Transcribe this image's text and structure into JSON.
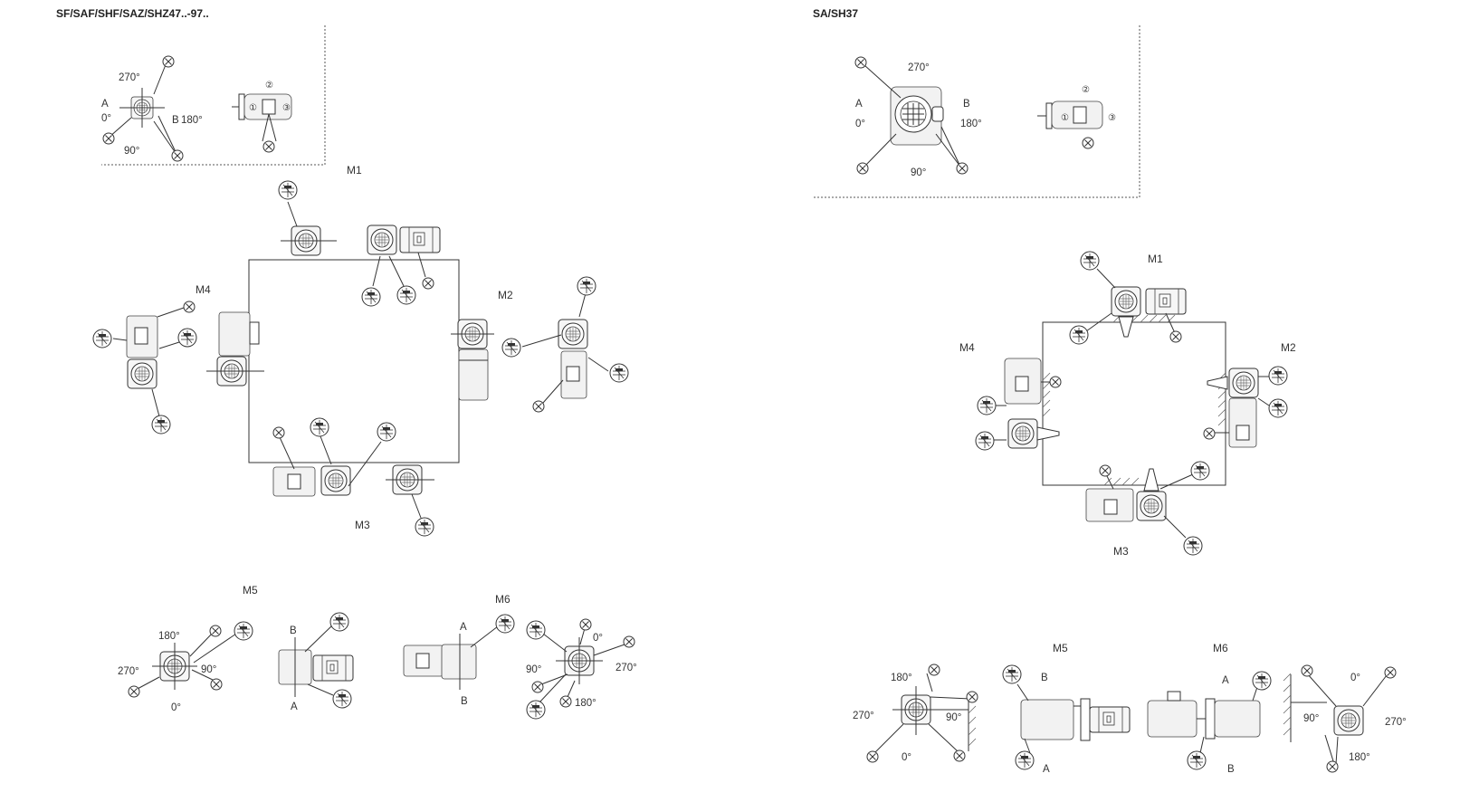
{
  "panels": {
    "left": {
      "title": "SF/SAF/SHF/SAZ/SHZ47..-97..",
      "inset": {
        "a": "A",
        "b": "B",
        "deg_270": "270°",
        "deg_0": "0°",
        "deg_180": "180°",
        "deg_90": "90°",
        "n1": "①",
        "n2": "②",
        "n3": "③"
      },
      "positions": {
        "m1": "M1",
        "m2": "M2",
        "m3": "M3",
        "m4": "M4",
        "m5": "M5",
        "m6": "M6"
      },
      "m5": {
        "a": "A",
        "b": "B",
        "deg_180": "180°",
        "deg_270": "270°",
        "deg_90": "90°",
        "deg_0": "0°"
      },
      "m6": {
        "a": "A",
        "b": "B",
        "deg_0": "0°",
        "deg_90": "90°",
        "deg_270": "270°",
        "deg_180": "180°"
      }
    },
    "right": {
      "title": "SA/SH37",
      "inset": {
        "a": "A",
        "b": "B",
        "deg_270": "270°",
        "deg_0": "0°",
        "deg_180": "180°",
        "deg_90": "90°",
        "n1": "①",
        "n2": "②",
        "n3": "③"
      },
      "positions": {
        "m1": "M1",
        "m2": "M2",
        "m3": "M3",
        "m4": "M4",
        "m5": "M5",
        "m6": "M6"
      },
      "m5": {
        "a": "A",
        "b": "B",
        "deg_180": "180°",
        "deg_270": "270°",
        "deg_90": "90°",
        "deg_0": "0°"
      },
      "m6": {
        "a": "A",
        "b": "B",
        "deg_0": "0°",
        "deg_90": "90°",
        "deg_270": "270°",
        "deg_180": "180°"
      }
    }
  },
  "icons": [
    "terminal-box-x-icon",
    "hatched-marker-icon",
    "gearbox-icon",
    "motor-icon"
  ]
}
